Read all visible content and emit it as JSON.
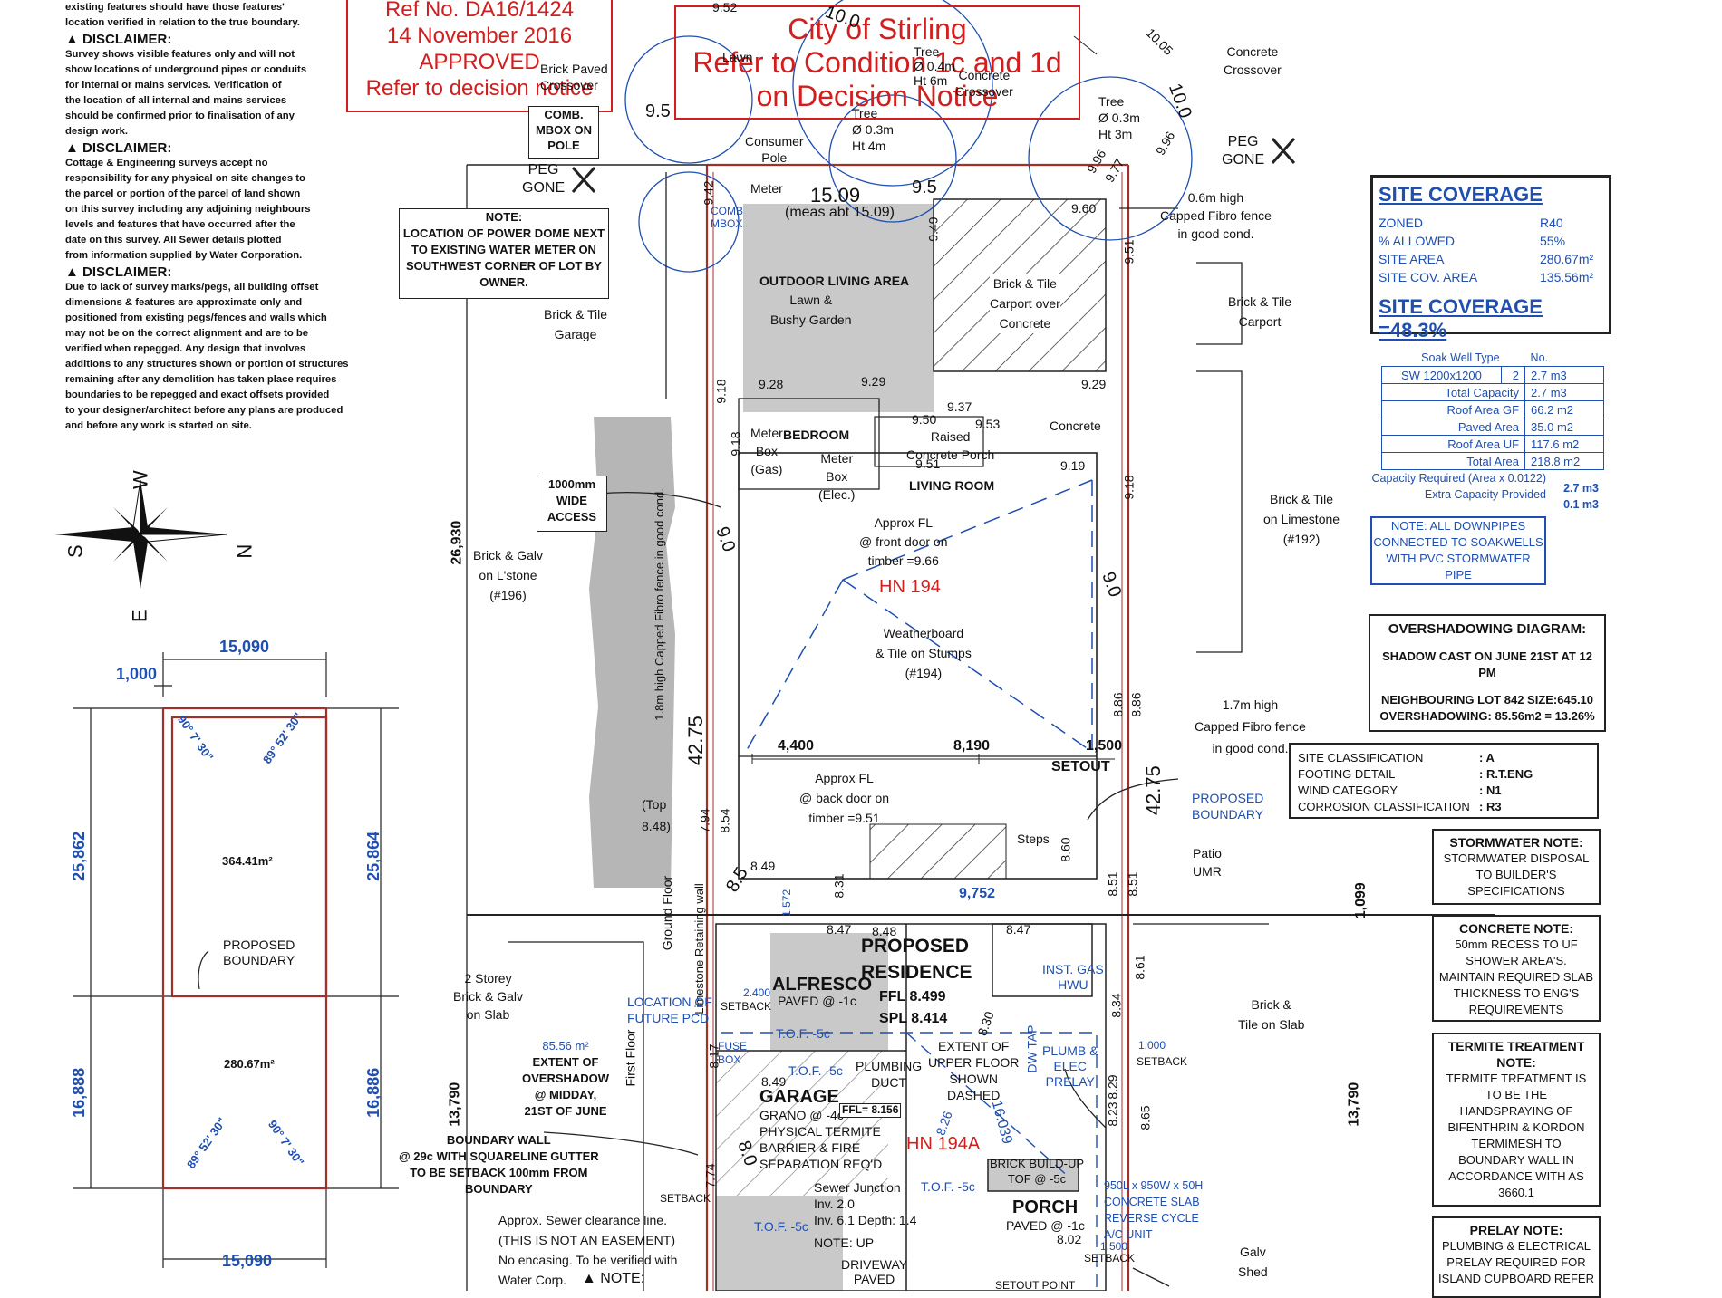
{
  "disclaimer": {
    "intro": [
      "existing features should have those features'",
      "location verified in relation to the true boundary."
    ],
    "d1_title": "DISCLAIMER:",
    "d1": [
      "Survey shows visible features only and will not",
      "show locations of underground pipes or conduits",
      "for internal or mains services. Verification of",
      "the location of all internal and mains services",
      "should be confirmed prior to finalisation of any",
      "design work."
    ],
    "d2_title": "DISCLAIMER:",
    "d2": [
      "Cottage & Engineering surveys accept no",
      "responsibility for any physical on site changes to",
      "the parcel or portion of the parcel of land shown",
      "on this survey including any adjoining neighbours",
      "levels and features that have occurred after the",
      "date on this survey. All Sewer details plotted",
      "from information supplied by Water Corporation."
    ],
    "d3_title": "DISCLAIMER:",
    "d3": [
      "Due to lack of survey marks/pegs, all building offset",
      "dimensions & features are approximate only and",
      "positioned from existing pegs/fences and walls which",
      "may not be on the correct alignment and are to be",
      "verified when repegged. Any design that involves",
      "additions to any structures shown or portion of structures",
      "remaining after any demolition has taken place requires",
      "boundaries to be repegged and exact offsets provided",
      "to your designer/architect before any plans are produced",
      "and before any work is started on site."
    ]
  },
  "stamp1": [
    "Ref No. DA16/1424",
    "14 November 2016",
    "APPROVED",
    "Refer to decision notice"
  ],
  "stamp2": [
    "City of Stirling",
    "Refer to Condition 1c and 1d",
    "on Decision Notice"
  ],
  "compass": {
    "n": "N",
    "s": "S",
    "e": "E",
    "w": "W"
  },
  "power_note": {
    "title": "NOTE:",
    "lines": [
      "LOCATION OF POWER DOME NEXT",
      "TO EXISTING WATER METER ON",
      "SOUTHWEST CORNER OF LOT BY",
      "OWNER."
    ]
  },
  "access_box": [
    "1000mm",
    "WIDE",
    "ACCESS"
  ],
  "mbox": [
    "COMB.",
    "MBOX ON",
    "POLE"
  ],
  "site_coverage": {
    "title": "SITE COVERAGE",
    "rows": [
      {
        "label": "ZONED",
        "value": "R40"
      },
      {
        "label": "% ALLOWED",
        "value": "55%"
      },
      {
        "label": "SITE AREA",
        "value": "280.67m²"
      },
      {
        "label": "SITE COV. AREA",
        "value": "135.56m²"
      }
    ],
    "result": "SITE COVERAGE =48.3%"
  },
  "soak_table": {
    "headers": [
      "Soak Well Type",
      "No."
    ],
    "rows": [
      [
        "SW 1200x1200",
        "2",
        "2.7 m3"
      ],
      [
        "Total Capacity",
        "",
        "2.7 m3"
      ],
      [
        "Roof Area GF",
        "",
        "66.2 m2"
      ],
      [
        "Paved Area",
        "",
        "35.0 m2"
      ],
      [
        "Roof Area UF",
        "",
        "117.6 m2"
      ],
      [
        "Total Area",
        "",
        "218.8 m2"
      ],
      [
        "Capacity Required (Area x 0.0122)",
        "",
        "2.7 m3"
      ],
      [
        "Extra Capacity Provided",
        "",
        "0.1 m3"
      ]
    ]
  },
  "downpipes_note": [
    "NOTE: ALL DOWNPIPES",
    "CONNECTED TO SOAKWELLS",
    "WITH PVC STORMWATER",
    "PIPE"
  ],
  "overshadowing": {
    "title": "OVERSHADOWING DIAGRAM:",
    "lines": [
      "SHADOW CAST ON JUNE 21ST AT 12",
      "PM",
      "",
      "NEIGHBOURING LOT 842 SIZE:645.10",
      "OVERSHADOWING: 85.56m2 = 13.26%"
    ]
  },
  "site_class": {
    "rows": [
      {
        "label": "SITE CLASSIFICATION",
        "value": ": A"
      },
      {
        "label": "FOOTING DETAIL",
        "value": ": R.T.ENG"
      },
      {
        "label": "WIND CATEGORY",
        "value": ": N1"
      },
      {
        "label": "CORROSION CLASSIFICATION",
        "value": ": R3"
      }
    ]
  },
  "notes": [
    {
      "title": "STORMWATER NOTE:",
      "lines": [
        "STORMWATER DISPOSAL",
        "TO BUILDER'S",
        "SPECIFICATIONS"
      ]
    },
    {
      "title": "CONCRETE NOTE:",
      "lines": [
        "50mm RECESS TO UF",
        "SHOWER AREA'S.",
        "MAINTAIN REQUIRED SLAB",
        "THICKNESS TO ENG'S",
        "REQUIREMENTS"
      ]
    },
    {
      "title": "TERMITE TREATMENT NOTE:",
      "lines": [
        "TERMITE TREATMENT IS",
        "TO BE THE",
        "HANDSPRAYING OF",
        "BIFENTHRIN & KORDON",
        "TERMIMESH TO",
        "BOUNDARY WALL IN",
        "ACCORDANCE WITH AS",
        "3660.1"
      ]
    },
    {
      "title": "PRELAY NOTE:",
      "lines": [
        "PLUMBING & ELECTRICAL",
        "PRELAY REQUIRED FOR",
        "ISLAND CUPBOARD REFER"
      ]
    }
  ],
  "subdivision": {
    "top_width": "15,090",
    "bottom_width": "15,090",
    "small": "1,000",
    "left_upper": "25,862",
    "right_upper": "25,864",
    "left_lower": "16,888",
    "right_lower": "16,886",
    "area_upper": "364.41m²",
    "area_lower": "280.67m²",
    "proposed_boundary": [
      "PROPOSED",
      "BOUNDARY"
    ],
    "angles": [
      "90° 7' 30\"",
      "89° 52' 30\"",
      "89° 52' 30\"",
      "90° 7' 30\""
    ]
  },
  "plan_labels": {
    "peg_gone_left": [
      "PEG",
      "GONE"
    ],
    "peg_gone_right": [
      "PEG",
      "GONE"
    ],
    "brick_paved_crossover": [
      "Brick Paved",
      "Crossover"
    ],
    "consumer_pole": [
      "Consumer",
      "Pole"
    ],
    "lawn": "Lawn",
    "concrete_crossover_top": [
      "Concrete",
      "Crossover"
    ],
    "concrete_crossover_right": [
      "Concrete",
      "Crossover"
    ],
    "tree1": [
      "Tree",
      "Ø 0.4m",
      "Ht 6m"
    ],
    "tree2": [
      "Tree",
      "Ø 0.3m",
      "Ht 4m"
    ],
    "tree3": [
      "Tree",
      "Ø 0.3m",
      "Ht 3m"
    ],
    "meter": "Meter",
    "front_width": "15.09",
    "front_width_note": "(meas abt 15.09)",
    "comb_mbox": [
      "COMB",
      "MBOX"
    ],
    "fence_right_top": [
      "0.6m high",
      "Capped Fibro fence",
      "in good cond."
    ],
    "outdoor_living": "OUTDOOR LIVING AREA",
    "lawn_bushy": [
      "Lawn &",
      "Bushy Garden"
    ],
    "carport": [
      "Brick & Tile",
      "Carport over",
      "Concrete"
    ],
    "neighbour_carport": [
      "Brick & Tile",
      "Carport"
    ],
    "brick_tile_garage": [
      "Brick & Tile",
      "Garage"
    ],
    "bedroom": "BEDROOM",
    "meter_box_gas": [
      "Meter",
      "Box",
      "(Gas)"
    ],
    "meter_box_elec": [
      "Meter",
      "Box",
      "(Elec.)"
    ],
    "raised_porch": [
      "Raised",
      "Concrete Porch"
    ],
    "concrete": "Concrete",
    "living_room": "LIVING ROOM",
    "approx_fl_front": [
      "Approx FL",
      "@ front door on",
      "timber =9.66"
    ],
    "hn194": "HN 194",
    "weatherboard": [
      "Weatherboard",
      "& Tile on Stumps",
      "(#194)"
    ],
    "brick_galv_lstone": [
      "Brick & Galv",
      "on L'stone",
      "(#196)"
    ],
    "fence_left": "1.8m high Capped Fibro fence in good cond.",
    "neighbour_192": [
      "Brick & Tile",
      "on Limestone",
      "(#192)"
    ],
    "fence_right_mid": [
      "1.7m high",
      "Capped Fibro fence",
      "in good cond."
    ],
    "lot_depth_left": "26,930",
    "lot_depth": "42.75",
    "lot_depth_right": "42.75",
    "dim_4400": "4,400",
    "dim_8190": "8,190",
    "dim_1500": "1,500",
    "setout": "SETOUT",
    "approx_fl_back": [
      "Approx FL",
      "@ back door on",
      "timber =9.51"
    ],
    "top_848": [
      "(Top",
      "8.48)"
    ],
    "proposed_boundary_right": [
      "PROPOSED",
      "BOUNDARY"
    ],
    "patio": [
      "Patio",
      "UMR"
    ],
    "steps": "Steps",
    "dim_9752": "9,752",
    "dim_1099": "1,099",
    "proposed_residence": [
      "PROPOSED",
      "RESIDENCE"
    ],
    "ffl": "FFL 8.499",
    "spl": "SPL 8.414",
    "alfresco": "ALFRESCO",
    "alfresco_paved": "PAVED @ -1c",
    "ground_floor": "Ground Floor",
    "first_floor": "First Floor",
    "limestone_wall": "Limestone Retaining wall",
    "two_storey": [
      "2 Storey",
      "Brick & Galv",
      "on Slab"
    ],
    "future_pcd": [
      "LOCATION OF",
      "FUTURE PCD"
    ],
    "overshadow_area": [
      "85.56 m²",
      "EXTENT OF",
      "OVERSHADOW",
      "@ MIDDAY,",
      "21ST OF JUNE"
    ],
    "dim_13790_left": "13,790",
    "dim_13790_right": "13,790",
    "boundary_wall": [
      "BOUNDARY WALL",
      "@ 29c WITH SQUARELINE GUTTER",
      "TO BE SETBACK 100mm FROM",
      "BOUNDARY"
    ],
    "garage": "GARAGE",
    "garage_detail": [
      "GRANO @ -4c",
      "PHYSICAL TERMITE",
      "BARRIER & FIRE",
      "SEPARATION REQ'D"
    ],
    "ffl_garage": "FFL= 8.156",
    "plumbing_duct": [
      "PLUMBING",
      "DUCT"
    ],
    "upper_floor": [
      "EXTENT OF",
      "UPPER FLOOR",
      "SHOWN",
      "DASHED"
    ],
    "inst_gas": [
      "INST. GAS",
      "HWU"
    ],
    "plumb_elec": [
      "PLUMB &",
      "ELEC",
      "PRELAY"
    ],
    "dw_tap": "DW TAP",
    "hn194a": "HN 194A",
    "brick_buildup": [
      "BRICK BUILD-UP",
      "TOF @ -5c"
    ],
    "porch": "PORCH",
    "porch_paved": "PAVED @ -1c",
    "sewer_junction": [
      "Sewer Junction",
      "Inv. 2.0",
      "Inv. 6.1 Depth: 1.4"
    ],
    "note_up": "NOTE: UP",
    "driveway": [
      "DRIVEWAY",
      "PAVED"
    ],
    "sewer_clearance": [
      "Approx. Sewer clearance line.",
      "(THIS IS NOT AN EASEMENT)",
      "No encasing. To be verified with",
      "Water Corp."
    ],
    "note_bottom": "NOTE:",
    "neighbour_tile_slab": [
      "Brick &",
      "Tile on Slab"
    ],
    "galv_shed": [
      "Galv",
      "Shed"
    ],
    "hws": [
      "950L x 950W x 50H",
      "CONCRETE SLAB",
      "REVERSE CYCLE",
      "A/C UNIT"
    ],
    "setback": "SETBACK",
    "tof5": "T.O.F. -5c",
    "fuse_box": [
      "FUSE",
      "BOX"
    ],
    "setout_point": "SETOUT POINT"
  },
  "levels": [
    "9.28",
    "9.29",
    "9.29",
    "9.37",
    "9.50",
    "9.53",
    "9.51",
    "9.19",
    "9.18",
    "9.18",
    "9.49",
    "9.51",
    "9.60",
    "9.18",
    "8.86",
    "8.86",
    "8.49",
    "8.31",
    "8.51",
    "8.51",
    "8.60",
    "8.47",
    "8.48",
    "8.47",
    "8.34",
    "8.61",
    "8.29",
    "8.23",
    "8.65",
    "8.17",
    "8.49",
    "7.94",
    "8.54",
    "7.74",
    "8.02",
    "9.5",
    "9.5",
    "9.52",
    "10.0",
    "10.0",
    "10.05",
    "9.96",
    "9.96",
    "9.77",
    "9.42",
    "9.0",
    "9.0",
    "8.5",
    "8.0",
    "8.26",
    "8.30",
    "16.039",
    "1.000",
    "1.500",
    "2.400",
    "1.572"
  ],
  "colors": {
    "stamp": "#d21e1e",
    "blue": "#1f4fb0",
    "ink": "#111111",
    "boundary": "#a0302a",
    "shade": "#bdbdbd"
  }
}
